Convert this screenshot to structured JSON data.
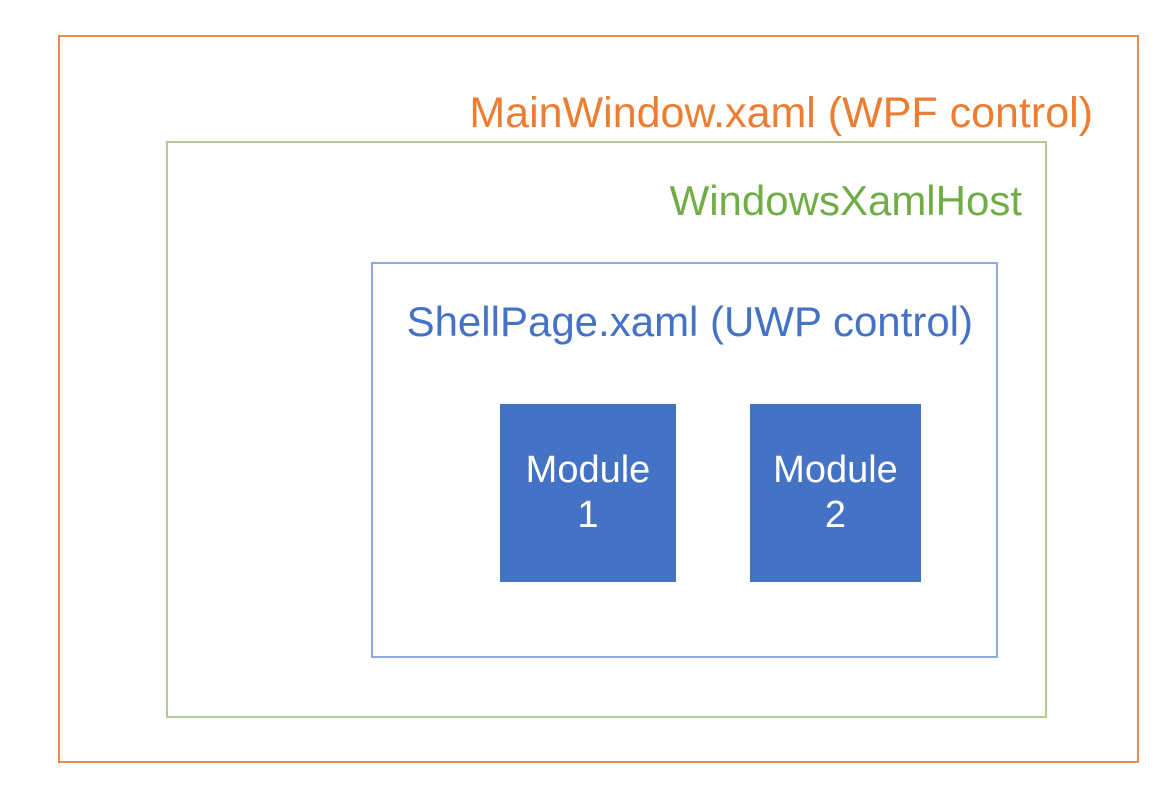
{
  "diagram": {
    "type": "nested-container-diagram",
    "background_color": "#FFFFFF",
    "layers": [
      {
        "id": "mainwindow",
        "title": "MainWindow.xaml (WPF control)",
        "border_color": "#ED8A4D",
        "text_color": "#ED7D31"
      },
      {
        "id": "windowsxamlhost",
        "title": "WindowsXamlHost",
        "border_color": "#B0CB95",
        "text_color": "#70AD47"
      },
      {
        "id": "shellpage",
        "title": "ShellPage.xaml (UWP control)",
        "border_color": "#8FAADC",
        "text_color": "#4472C4"
      }
    ],
    "modules": [
      {
        "id": "module-1",
        "name_line_1": "Module",
        "name_line_2": "1",
        "fill_color": "#4472C4",
        "text_color": "#FFFFFF"
      },
      {
        "id": "module-2",
        "name_line_1": "Module",
        "name_line_2": "2",
        "fill_color": "#4472C4",
        "text_color": "#FFFFFF"
      }
    ]
  }
}
